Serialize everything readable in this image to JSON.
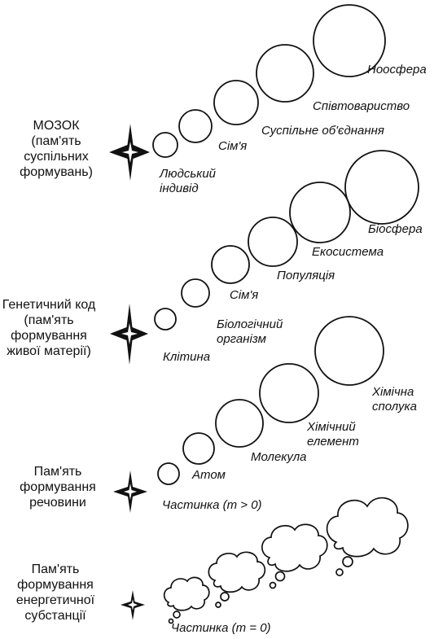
{
  "diagram": {
    "rows": [
      {
        "id": "brain",
        "side_label": "МОЗОК\n(пам'ять\nсуспільних\nформувань)",
        "labels": [
          "Людський\nіндивід",
          "Сім'я",
          "Суспільне об'єднання",
          "Співтовариство",
          "Ноосфера"
        ]
      },
      {
        "id": "genetic",
        "side_label": "Генетичний код\n(пам'ять\nформування\nживої матерії)",
        "labels": [
          "Клітина",
          "Біологічний\nорганізм",
          "Сім'я",
          "Популяція",
          "Екосистема",
          "Біосфера"
        ]
      },
      {
        "id": "matter",
        "side_label": "Пам'ять\nформування\nречовини",
        "labels": [
          "Частинка (m > 0)",
          "Атом",
          "Молекула",
          "Хімічний\nелемент",
          "Хімічна\nсполука"
        ]
      },
      {
        "id": "energy",
        "side_label": "Пам'ять\nформування\nенергетичної\nсубстанції",
        "labels": [
          "Частинка (m = 0)"
        ]
      }
    ]
  }
}
